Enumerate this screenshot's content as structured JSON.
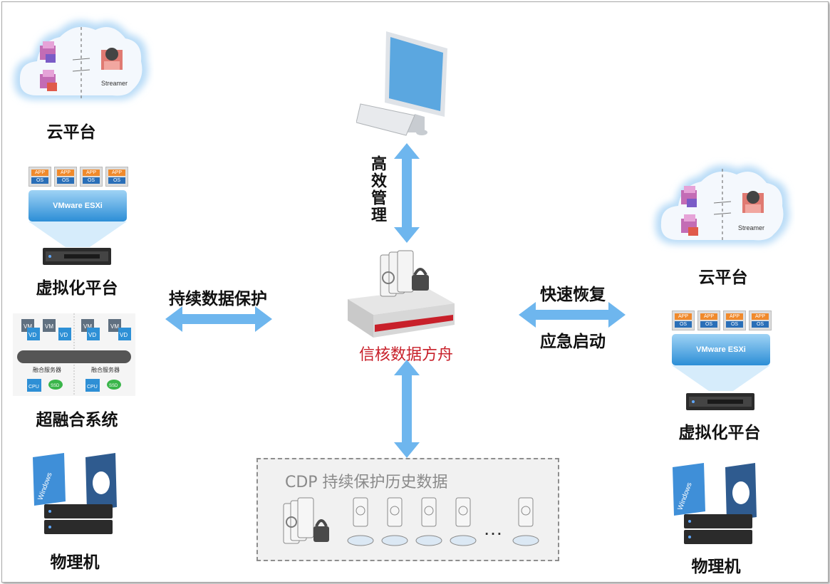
{
  "left": {
    "cloud_label": "云平台",
    "virt_label": "虚拟化平台",
    "hci_label": "超融合系统",
    "physical_label": "物理机",
    "esxi_text": "VMware ESXi",
    "streamer_text": "Streamer",
    "hci_server_text": "融合服务器",
    "vm_text": "VM",
    "vd_text": "VD",
    "cpu_text": "CPU",
    "ssd_text": "SSD",
    "windows_text": "Windows"
  },
  "right": {
    "cloud_label": "云平台",
    "virt_label": "虚拟化平台",
    "physical_label": "物理机",
    "esxi_text": "VMware ESXi",
    "streamer_text": "Streamer",
    "windows_text": "Windows"
  },
  "app_chip": {
    "app": "APP",
    "os": "OS"
  },
  "center": {
    "top_arrow_label": "高效管理",
    "appliance_label": "信核数据方舟",
    "left_arrow_label": "持续数据保护",
    "right_arrow_top_label": "快速恢复",
    "right_arrow_bottom_label": "应急启动"
  },
  "cdp": {
    "title": "CDP 持续保护历史数据",
    "ellipsis": "…"
  },
  "colors": {
    "arrow": "#6eb6ee",
    "appliance_red": "#c8202a",
    "cloud_glow": "#b9dcf7"
  }
}
